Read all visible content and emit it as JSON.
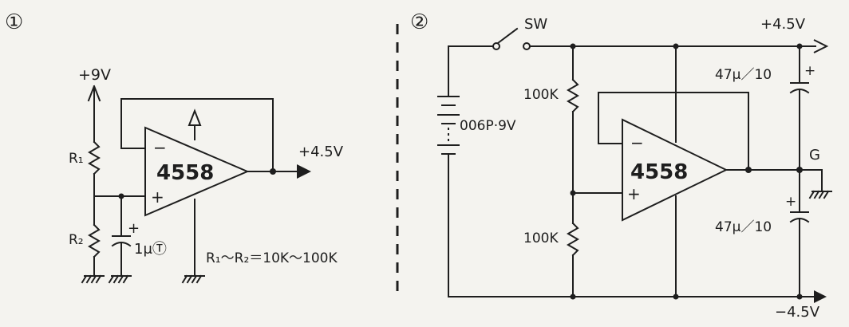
{
  "circuit1": {
    "number": "①",
    "supply": "+9V",
    "r1": "R₁",
    "r2": "R₂",
    "chip": "4558",
    "output": "+4.5V",
    "cap_plus": "+",
    "cap": "1μⓉ",
    "minus": "−",
    "plus": "+",
    "formula": "R₁～R₂＝10K～100K"
  },
  "circuit2": {
    "number": "②",
    "switch": "SW",
    "battery": "006P·9V",
    "r_top": "100K",
    "r_bottom": "100K",
    "chip": "4558",
    "minus": "−",
    "plus": "+",
    "pos_rail": "+4.5V",
    "neg_rail": "−4.5V",
    "ground": "G",
    "cap_top": "47μ／10",
    "cap_bottom": "47μ／10",
    "cap_top_plus": "+",
    "cap_bottom_plus": "+"
  }
}
